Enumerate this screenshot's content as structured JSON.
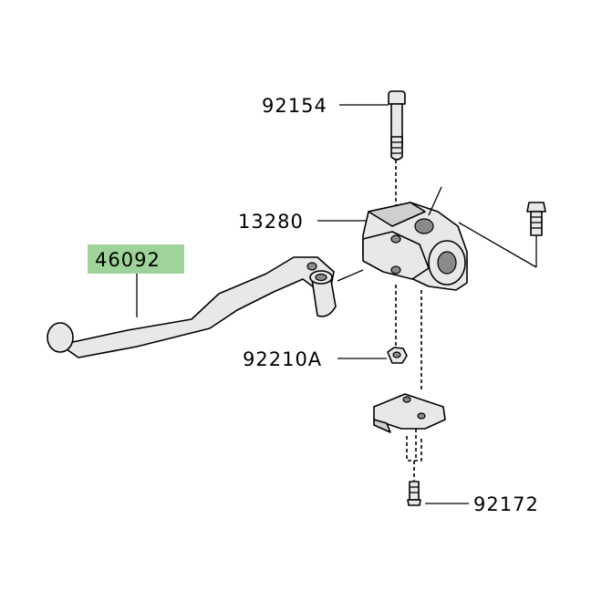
{
  "parts": [
    {
      "id": "bolt-top",
      "number": "92154",
      "highlighted": false
    },
    {
      "id": "lever-holder",
      "number": "13280",
      "highlighted": false
    },
    {
      "id": "clutch-lever",
      "number": "46092",
      "highlighted": true
    },
    {
      "id": "nut",
      "number": "92210A",
      "highlighted": false
    },
    {
      "id": "switch-screw",
      "number": "92172",
      "highlighted": false
    }
  ],
  "colors": {
    "highlight": "#9ed49a",
    "part_fill": "#e8e8e8",
    "outline": "#000000"
  }
}
